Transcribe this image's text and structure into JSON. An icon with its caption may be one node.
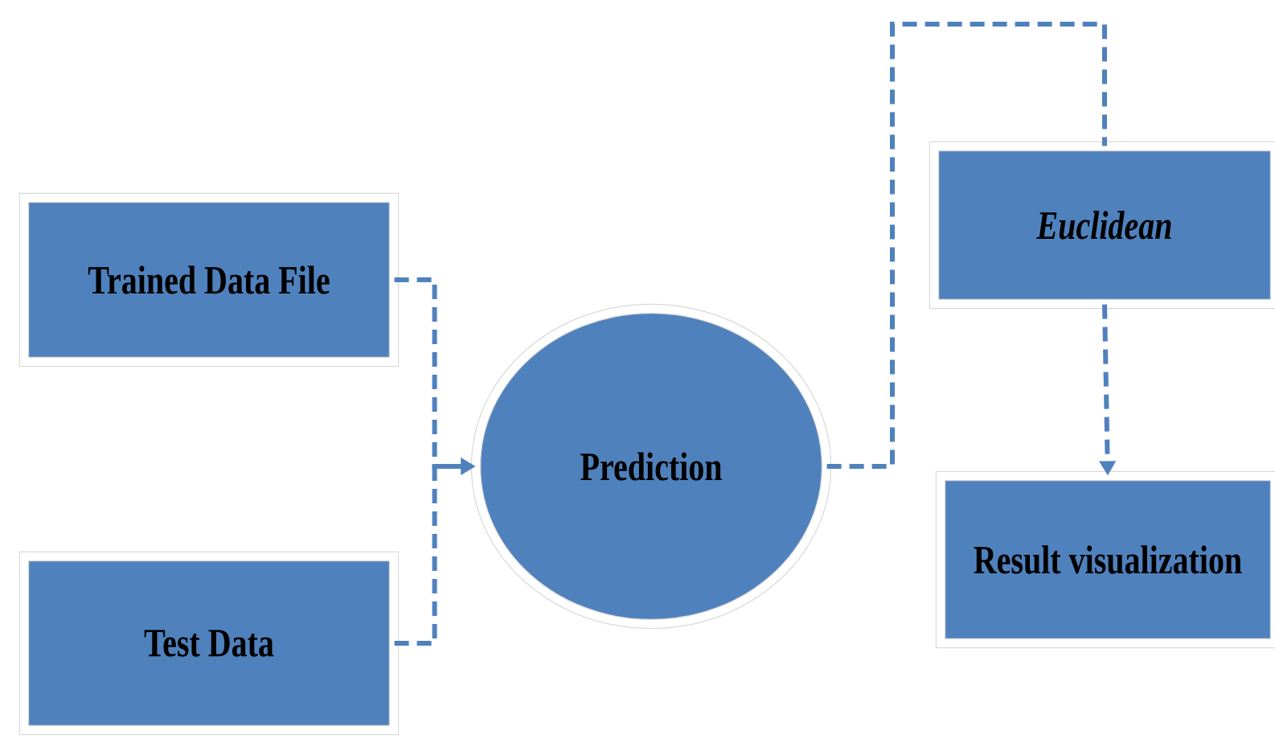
{
  "diagram": {
    "nodes": [
      {
        "text": [
          "Trained Data File"
        ]
      },
      {
        "text": [
          "Test Data"
        ]
      },
      {
        "text": [
          "Prediction"
        ]
      },
      {
        "text": [
          "*Euclidean*"
        ]
      },
      {
        "text": [
          "Result visualization"
        ]
      }
    ],
    "edges": [
      {
        "from": 0,
        "to": 2,
        "arrow": "to",
        "style": "dashed"
      },
      {
        "from": 1,
        "to": 2,
        "arrow": "to",
        "style": "dashed"
      },
      {
        "from": 2,
        "to": 3,
        "arrow": "none",
        "style": "dashed"
      },
      {
        "from": 3,
        "to": 4,
        "arrow": "to",
        "style": "dashed"
      }
    ]
  }
}
